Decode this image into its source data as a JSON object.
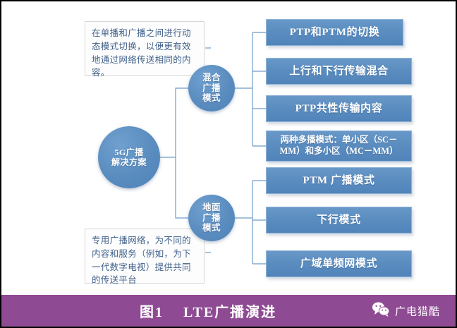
{
  "figure": {
    "center": {
      "label": "5G广播\n解决方案"
    },
    "branches": [
      {
        "name": "hybrid",
        "circle_label": "混合\n广播\n模式",
        "note": "在单播和广播之间进行动态模式切换，以便更有效地通过网络传送相同的内容。",
        "items": [
          {
            "label": "PTP和PTM的切换"
          },
          {
            "label": "上行和下行传输混合"
          },
          {
            "label": "PTP共性传输内容"
          },
          {
            "label": "两种多播模式：单小区（SC－MM）和多小区（MC－MM）"
          }
        ]
      },
      {
        "name": "terrestrial",
        "circle_label": "地面\n广播\n模式",
        "note": "专用广播网络，为不同的内容和服务（例如，为下一代数字电视）提供共同的传送平台",
        "items": [
          {
            "label": "PTM 广播模式"
          },
          {
            "label": "下行模式"
          },
          {
            "label": "广域单频网模式"
          }
        ]
      }
    ]
  },
  "caption": {
    "text": "图1    LTE广播演进"
  },
  "brand": {
    "icon": "wechat-icon",
    "name": "广电猎酷"
  },
  "colors": {
    "box_blue": "#5b8dc0",
    "circle_blue": "#5a8cbf",
    "line_blue": "#6e9cc8",
    "caption_purple": "#8e4a93",
    "note_text": "#41618c",
    "frame_black": "#000000"
  }
}
